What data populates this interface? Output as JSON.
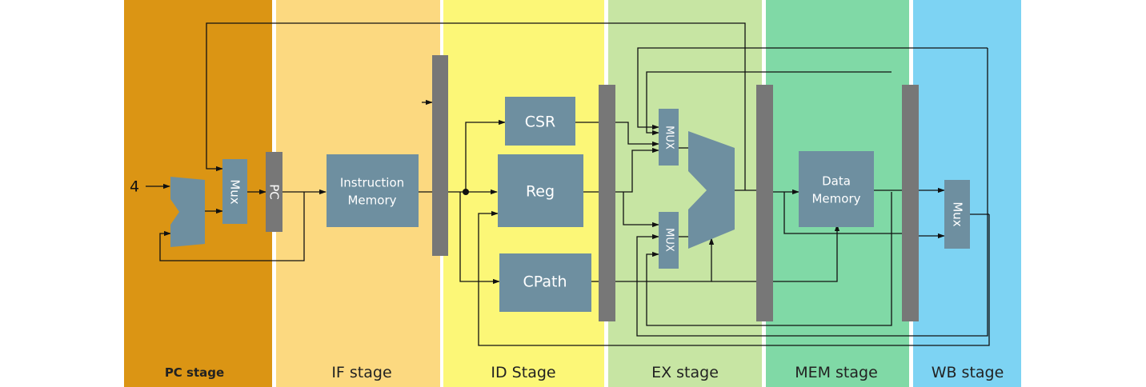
{
  "colors": {
    "pc_stage": "#db9514",
    "if_stage": "#fcd980",
    "id_stage": "#fcf777",
    "ex_stage": "#c7e5a3",
    "mem_stage": "#80d9a6",
    "wb_stage": "#7dd3f3",
    "block": "#6e8fa0",
    "pipeline_register": "#777777",
    "wire": "#111111"
  },
  "stages": [
    {
      "label": "PC stage"
    },
    {
      "label": "IF stage"
    },
    {
      "label": "ID Stage"
    },
    {
      "label": "EX stage"
    },
    {
      "label": "MEM stage"
    },
    {
      "label": "WB stage"
    }
  ],
  "input_label": "4",
  "blocks": {
    "pc_mux": "Mux",
    "pc": "PC",
    "instruction_memory": [
      "Instruction",
      "Memory"
    ],
    "csr": "CSR",
    "reg": "Reg",
    "cpath": "CPath",
    "ex_mux_top": "MUX",
    "ex_mux_bottom": "MUX",
    "data_memory": [
      "Data",
      "Memory"
    ],
    "wb_mux": "Mux"
  }
}
